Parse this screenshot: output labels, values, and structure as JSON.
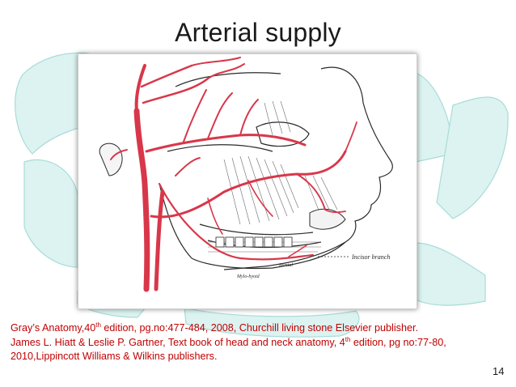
{
  "slide": {
    "title": "Arterial supply",
    "page_number": "14"
  },
  "figure": {
    "label_incisor": "Incisor branch",
    "label_mental": "Mental",
    "label_mylohyoid": "Mylo-hyoid"
  },
  "references": {
    "ref1": {
      "part1": "Gray’s Anatomy,40",
      "sup": "th",
      "part2": " edition, pg.no:477-484, 2008, Churchill living stone Elsevier publisher."
    },
    "ref2": {
      "part1": "James L. Hiatt & Leslie P. Gartner, Text book of head and neck anatomy, 4",
      "sup": "th",
      "part2": " edition, pg no:77-80, 2010,Lippincott Williams & Wilkins publishers."
    }
  },
  "colors": {
    "artery": "#d8374a",
    "reference_text": "#c00000",
    "background_skull": "#c9ecea"
  }
}
